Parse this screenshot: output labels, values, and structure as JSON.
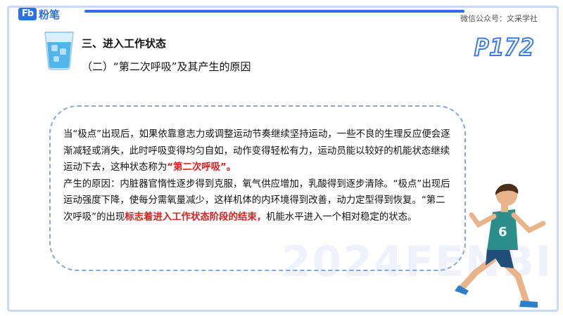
{
  "header": {
    "logo_mark": "Fb",
    "logo_text": "粉笔",
    "wechat": "微信公众号：文采学社",
    "page_number": "P172"
  },
  "section": {
    "title": "三、进入工作状态",
    "subtitle": "（二）“第二次呼吸”及其产生的原因"
  },
  "content": {
    "p1_text": "当“极点”出现后，如果依靠意志力或调整运动节奏继续坚持运动，一些不良的生理反应便会逐渐减轻或消失，此时呼吸变得均匀自如，动作变得轻松有力，运动员能以较好的机能状态继续运动下去，这种状态称为",
    "p1_red": "“第二次呼吸”。",
    "p2_text": "产生的原因：内脏器官惰性逐步得到克服，氧气供应增加，乳酸得到逐步清除。“极点”出现后运动强度下降，使每分需氧量减少，这样机体的内环境得到改善，动力定型得到恢复。“第二次呼吸”的出现",
    "p2_red": "标志着进入工作状态阶段的结束",
    "p2_red_punct": "，",
    "p2_tail": "机能水平进入一个相对稳定的状态。"
  },
  "watermark": "2024FENBI",
  "runner_jersey_number": "6",
  "colors": {
    "brand_blue": "#2f6fe4",
    "highlight_red": "#d81e1e",
    "frame_border": "#c9d9f7"
  }
}
